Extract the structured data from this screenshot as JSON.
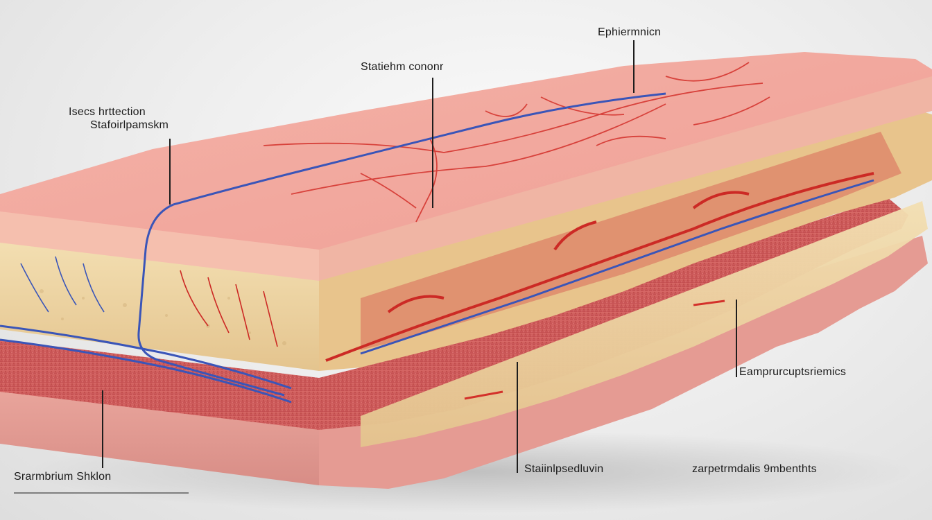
{
  "labels": {
    "epidermis": "Ephiermnicn",
    "stratum_corneum": "Statiehm cononr",
    "section_title_line1": "Isecs hrttection",
    "section_title_line2": "Stafoirlpamskm",
    "subcutaneous": "Eamprurcuptsriemics",
    "stratum_basale": "Staiinlpsedluvin",
    "subcutaneous_elements": "zarpetrmdalis 9mbenthts",
    "stratum_skin": "Srarmbrium Shklon"
  },
  "colors": {
    "epidermis_top": "#f2a89f",
    "dermis": "#eed6a6",
    "muscle": "#d0605f",
    "artery": "#d3302a",
    "vein": "#3a55b8",
    "leader": "#1d1d1d"
  }
}
